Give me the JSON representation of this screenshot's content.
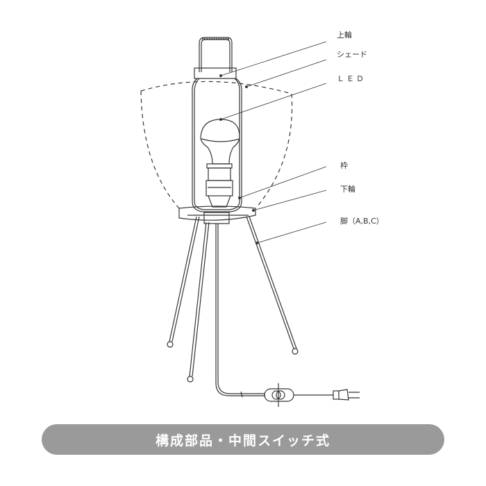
{
  "diagram": {
    "title": "構成部品・中間スイッチ式",
    "labels": [
      {
        "id": "upper-ring",
        "text": "上輪"
      },
      {
        "id": "shade",
        "text": "シェード"
      },
      {
        "id": "led",
        "text": "ＬＥＤ"
      },
      {
        "id": "frame",
        "text": "枠"
      },
      {
        "id": "lower-ring",
        "text": "下輪"
      },
      {
        "id": "legs",
        "text": "脚（A,B,C）"
      }
    ],
    "colors": {
      "line": "#333333",
      "banner_bg": "#9a9a9a",
      "banner_text": "#ffffff"
    }
  }
}
